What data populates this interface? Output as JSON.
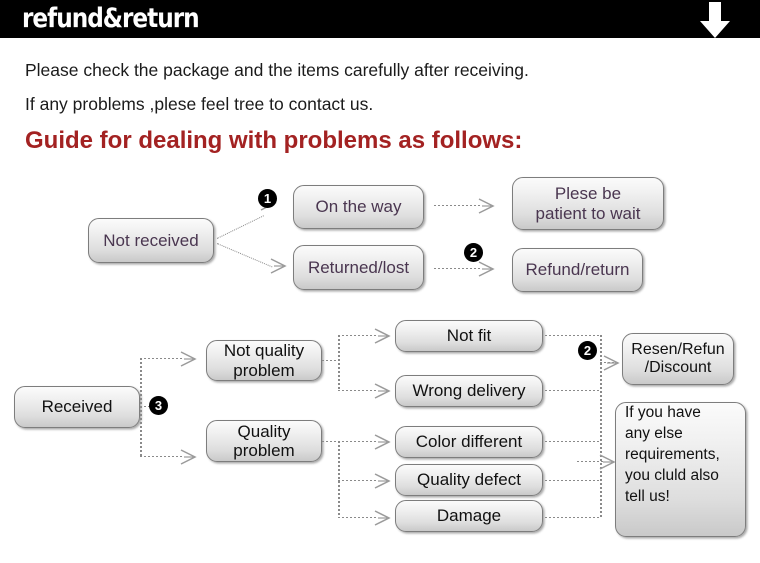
{
  "header": {
    "title": "refund&return",
    "arrow_icon": "arrow-down-icon",
    "background_color": "#000000",
    "text_color": "#ffffff"
  },
  "intro": {
    "line1": "Please check the package and the items carefully after receiving.",
    "line2": "If any problems ,plese feel tree to contact us.",
    "heading": "Guide for dealing with problems as follows:",
    "heading_color": "#a32222"
  },
  "flow_not_received": {
    "source": "Not received",
    "branches": [
      {
        "label": "On the way",
        "step": "1",
        "outcome": "Plese be\npatient to wait",
        "outcome_line1": "Plese be",
        "outcome_line2": "patient to wait"
      },
      {
        "label": "Returned/lost",
        "step": "2",
        "outcome": "Refund/return"
      }
    ]
  },
  "flow_received": {
    "source": "Received",
    "step": "3",
    "categories": [
      {
        "label_line1": "Not quality",
        "label_line2": "problem",
        "items": [
          "Not fit",
          "Wrong delivery"
        ]
      },
      {
        "label_line1": "Quality",
        "label_line2": "problem",
        "items": [
          "Color different",
          "Quality defect",
          "Damage"
        ]
      }
    ],
    "outcomes": [
      {
        "step": "2",
        "line1": "Resen/Refun",
        "line2": "/Discount"
      },
      {
        "lines": [
          "If you have",
          "any else",
          "requirements,",
          "you cluld also",
          "tell us!"
        ]
      }
    ]
  },
  "colors": {
    "node_border": "#7d7d7d",
    "node_text_purple": "#4a3650",
    "node_text_black": "#111111",
    "connector": "#8a8a8a"
  }
}
